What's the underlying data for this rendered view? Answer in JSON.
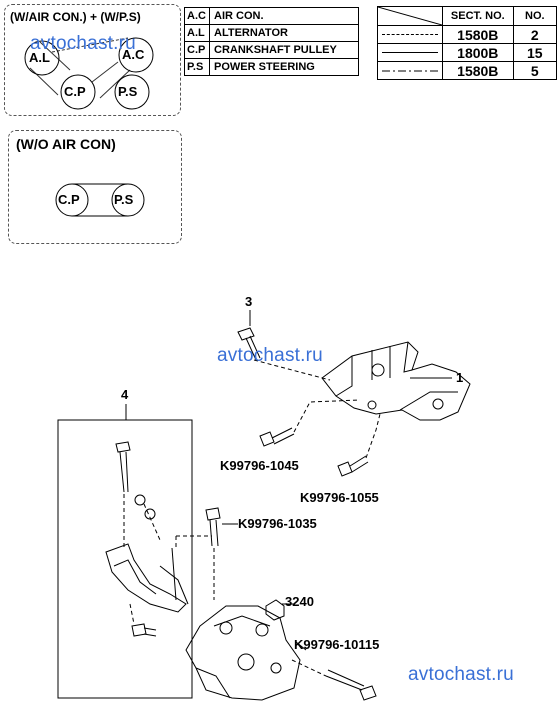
{
  "belt_box_1": {
    "title": "(W/AIR CON.) + (W/P.S)",
    "pulleys": [
      "A.L",
      "A.C",
      "C.P",
      "P.S"
    ]
  },
  "belt_box_2": {
    "title": "(W/O AIR CON)",
    "pulleys": [
      "C.P",
      "P.S"
    ]
  },
  "legend": [
    {
      "abbr": "A.C",
      "desc": "AIR CON."
    },
    {
      "abbr": "A.L",
      "desc": "ALTERNATOR"
    },
    {
      "abbr": "C.P",
      "desc": "CRANKSHAFT PULLEY"
    },
    {
      "abbr": "P.S",
      "desc": "POWER STEERING"
    }
  ],
  "section_table": {
    "headers": [
      "SECT. NO.",
      "NO."
    ],
    "rows": [
      {
        "line": "dashed",
        "sect": "1580B",
        "no": "2"
      },
      {
        "line": "solid",
        "sect": "1800B",
        "no": "15"
      },
      {
        "line": "dash-dot",
        "sect": "1580B",
        "no": "5"
      }
    ]
  },
  "watermark": "avtochast.ru",
  "parts": {
    "p1": "1",
    "p3": "3",
    "p4": "4",
    "k1045": "K99796-1045",
    "k1055": "K99796-1055",
    "k1035": "K99796-1035",
    "p3240": "3240",
    "k10115": "K99796-10115"
  }
}
